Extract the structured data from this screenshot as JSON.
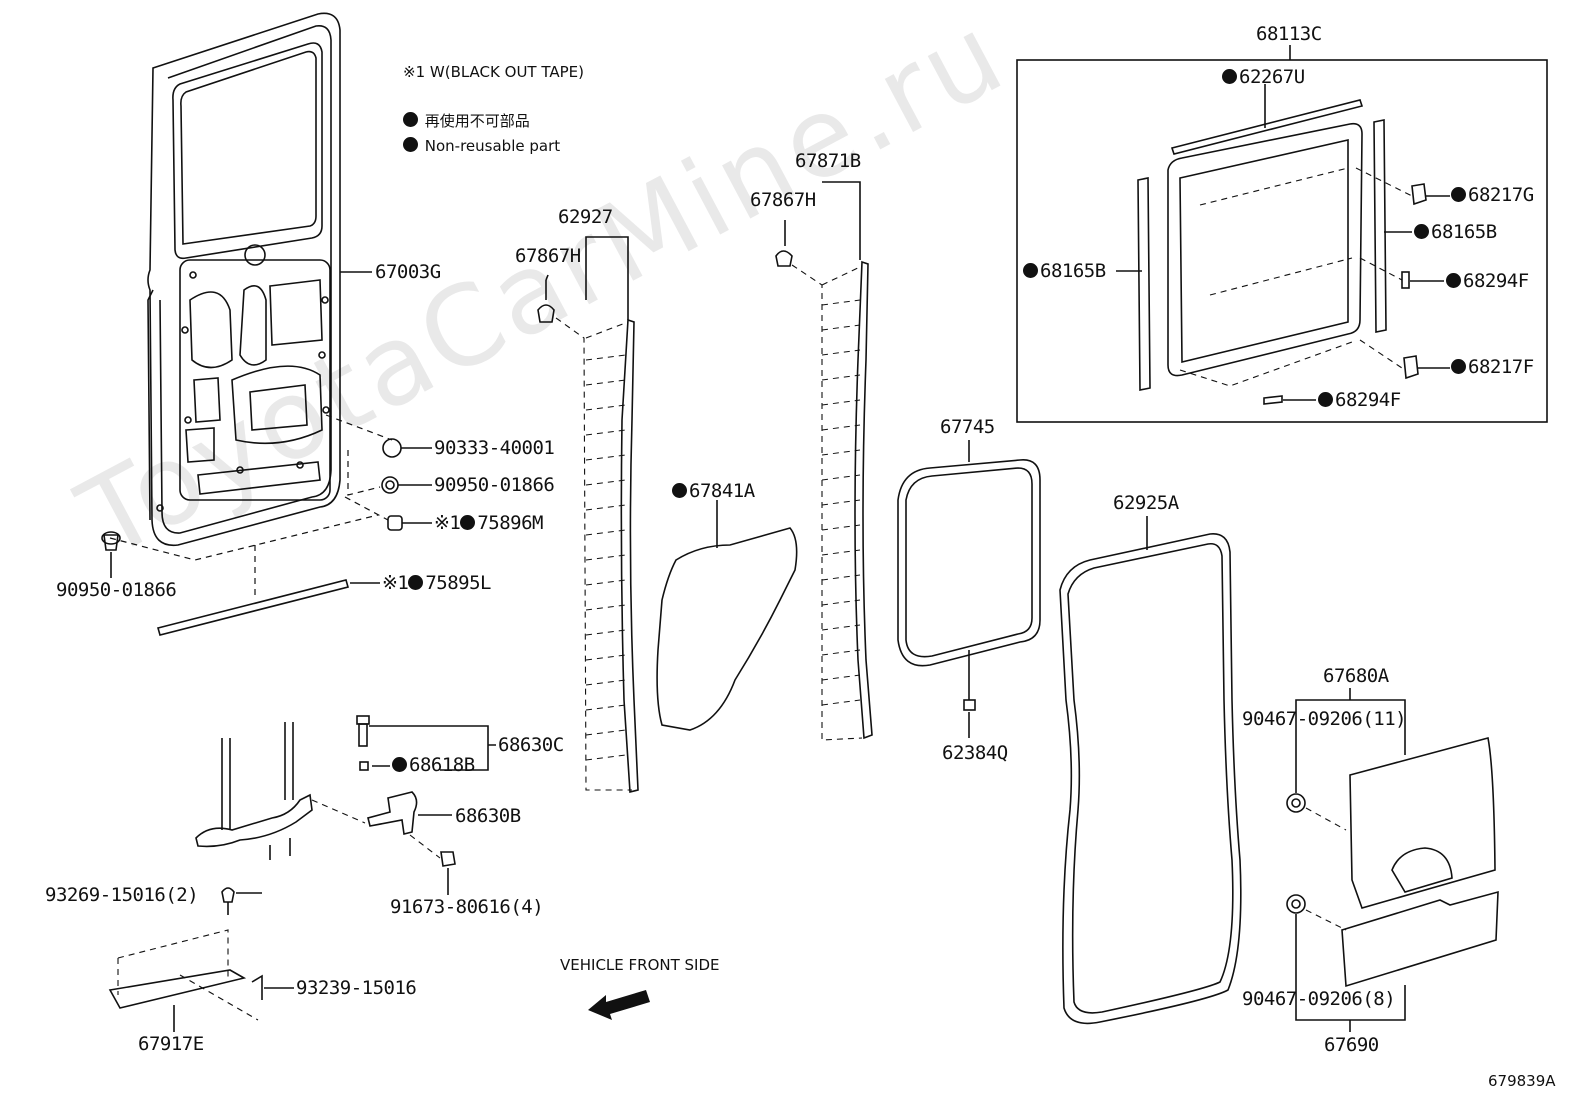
{
  "watermark": "ToyotaCarMine.ru",
  "figure_id": "679839A",
  "legend": {
    "tape_note": "※1 W(BLACK OUT TAPE)",
    "non_reusable_jp": "再使用不可部品",
    "non_reusable_en": "Non-reusable part"
  },
  "direction_label": "VEHICLE FRONT SIDE",
  "parts": {
    "p67003G": "67003G",
    "p90333": "90333-40001",
    "p90950a": "90950-01866",
    "p75896M": "75896M",
    "p90950b": "90950-01866",
    "p75895L": "75895L",
    "p62927": "62927",
    "p67867H_a": "67867H",
    "p67871B": "67871B",
    "p67867H_b": "67867H",
    "p67841A": "67841A",
    "p68113C": "68113C",
    "p62267U": "62267U",
    "p68217G": "68217G",
    "p68165B_r": "68165B",
    "p68165B_l": "68165B",
    "p68294F_r": "68294F",
    "p68217F": "68217F",
    "p68294F_b": "68294F",
    "p67745": "67745",
    "p62925A": "62925A",
    "p62384Q": "62384Q",
    "p68630C": "68630C",
    "p68618B": "68618B",
    "p68630B": "68630B",
    "p91673": "91673-80616(4)",
    "p93269": "93269-15016(2)",
    "p93239": "93239-15016",
    "p67917E": "67917E",
    "p67680A": "67680A",
    "p90467a": "90467-09206(11)",
    "p90467b": "90467-09206(8)",
    "p67690": "67690"
  },
  "tape_mark": "※1"
}
